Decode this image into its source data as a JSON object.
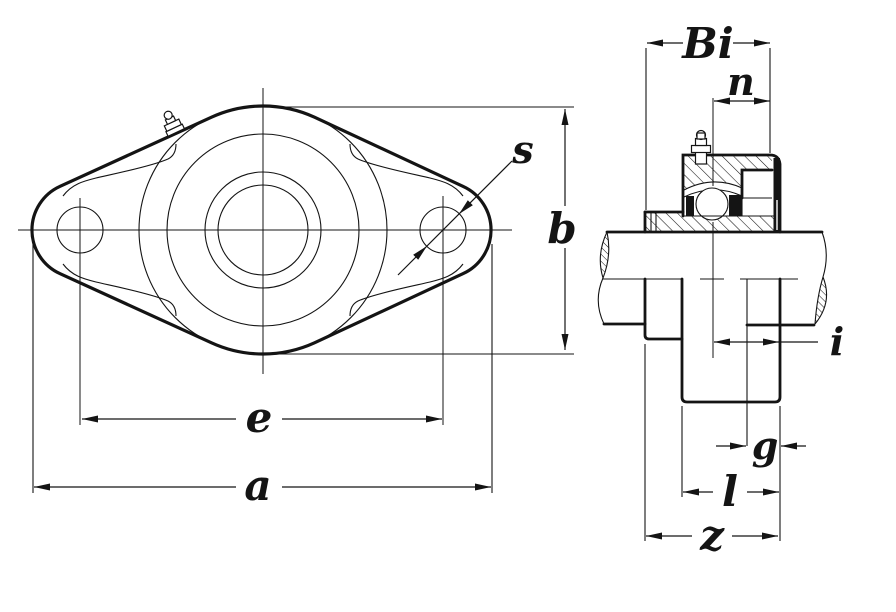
{
  "page": {
    "background": "#ffffff",
    "ink": "#141414",
    "description_labels_only": true
  },
  "front_view": {
    "dim_labels": {
      "s": "s",
      "b": "b",
      "e": "e",
      "a": "a"
    }
  },
  "side_view": {
    "dim_labels": {
      "Bi": "Bi",
      "n": "n",
      "i": "i",
      "g": "g",
      "l": "l",
      "z": "z"
    }
  }
}
